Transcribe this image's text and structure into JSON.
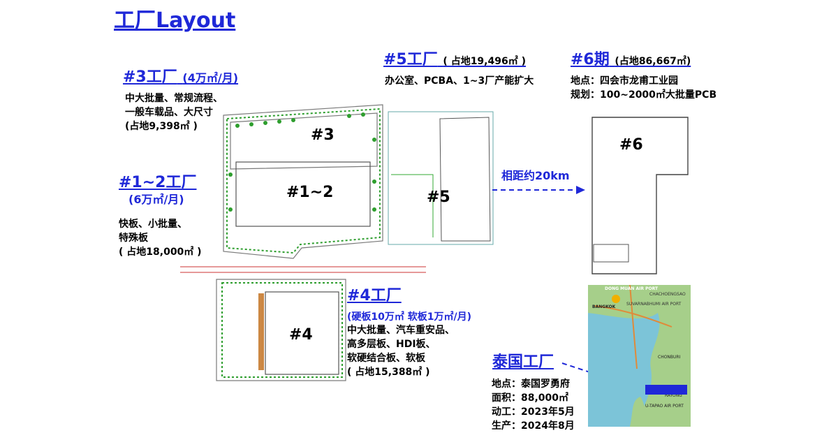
{
  "title": "工厂Layout",
  "f3": {
    "heading": "#3工厂",
    "capacity": "(4万㎡/月)",
    "lines": [
      "中大批量、常规流程、",
      "一般车载品、大尺寸",
      "(占地9,398㎡ )"
    ],
    "label": "#3"
  },
  "f12": {
    "heading": "#1~2工厂",
    "capacity": "(6万㎡/月)",
    "lines": [
      "快板、小批量、",
      "特殊板",
      "( 占地18,000㎡ )"
    ],
    "label": "#1~2"
  },
  "f5": {
    "heading": "#5工厂",
    "area": "( 占地19,496㎡ )",
    "lines": [
      "办公室、PCBA、1~3厂产能扩大"
    ],
    "label": "#5"
  },
  "f6": {
    "heading": "#6期",
    "area": "(占地86,667㎡)",
    "lines": [
      "地点：四会市龙甫工业园",
      "规划：100~2000㎡大批量PCB"
    ],
    "label": "#6"
  },
  "f4": {
    "heading": "#4工厂",
    "capacity": "(硬板10万㎡ 软板1万㎡/月)",
    "lines": [
      "中大批量、汽车重安品、",
      "高多层板、HDI板、",
      "软硬结合板、软板",
      "( 占地15,388㎡ )"
    ],
    "label": "#4"
  },
  "distance": "相距约20km",
  "thai": {
    "heading": "泰国工厂",
    "lines": [
      "地点：泰国罗勇府",
      "面积：88,000㎡",
      "动工：2023年5月",
      "生产：2024年8月"
    ]
  },
  "map": {
    "labels": [
      "DONG MUAN AIR PORT",
      "CHACHOENGSAO",
      "SUVARNABHUMI AIR PORT",
      "BANGKOK",
      "CHONBURI",
      "U-TAPAO AIR PORT",
      "RAYONG"
    ]
  },
  "colors": {
    "accent": "#1f28d8",
    "site_green": "#2e9e2e",
    "site_lines": "#8a8a8a"
  }
}
